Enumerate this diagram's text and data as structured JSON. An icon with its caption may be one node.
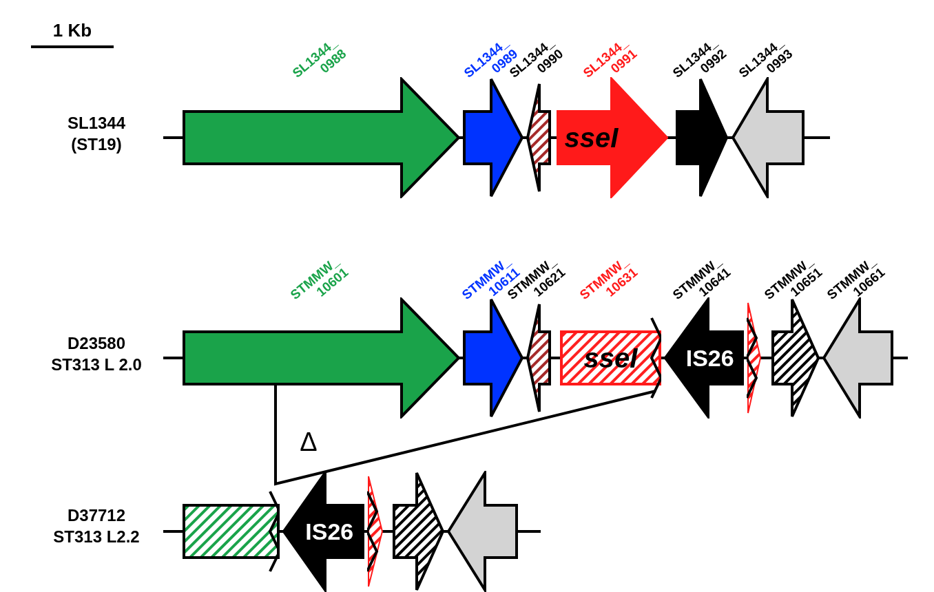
{
  "diagram": {
    "nodes": [
      {
        "text": [],
        "shape": "arrow",
        "beside": [
          "SL1344_ 0988"
        ]
      },
      {
        "text": [],
        "shape": "arrow",
        "beside": [
          "SL1344_ 0989"
        ]
      },
      {
        "text": [],
        "shape": "arrow",
        "beside": [
          "SL1344_ 0990"
        ]
      },
      {
        "text": [
          "sseI"
        ],
        "beside": [
          "SL1344_ 0991"
        ]
      },
      {
        "text": [],
        "shape": "arrow",
        "beside": [
          "SL1344_ 0992"
        ]
      },
      {
        "text": [],
        "shape": "arrow",
        "beside": [
          "SL1344_ 0993"
        ]
      },
      {
        "text": [],
        "shape": "arrow",
        "beside": [
          "STMMW_ 10601"
        ]
      },
      {
        "text": [],
        "shape": "arrow",
        "beside": [
          "STMMW_ 10611"
        ]
      },
      {
        "text": [],
        "shape": "arrow",
        "beside": [
          "STMMW_ 10621"
        ]
      },
      {
        "text": [
          "sseI"
        ],
        "beside": [
          "STMMW_ 10631"
        ]
      },
      {
        "text": [
          "IS26"
        ],
        "beside": [
          "STMMW_ 10641"
        ]
      },
      {
        "text": [],
        "shape": "arrow"
      },
      {
        "text": [],
        "shape": "arrow",
        "beside": [
          "STMMW_ 10651"
        ]
      },
      {
        "text": [],
        "shape": "arrow",
        "beside": [
          "STMMW_ 10661"
        ]
      },
      {
        "text": [],
        "shape": "box"
      },
      {
        "text": [
          "IS26"
        ]
      },
      {
        "text": [],
        "shape": "arrow"
      },
      {
        "text": [],
        "shape": "arrow"
      },
      {
        "text": [],
        "shape": "arrow"
      }
    ],
    "labels": [
      "1 Kb",
      "SL1344 (ST19)",
      "D23580 ST313 L 2.0",
      "Δ",
      "D37712 ST313 L2.2"
    ]
  }
}
